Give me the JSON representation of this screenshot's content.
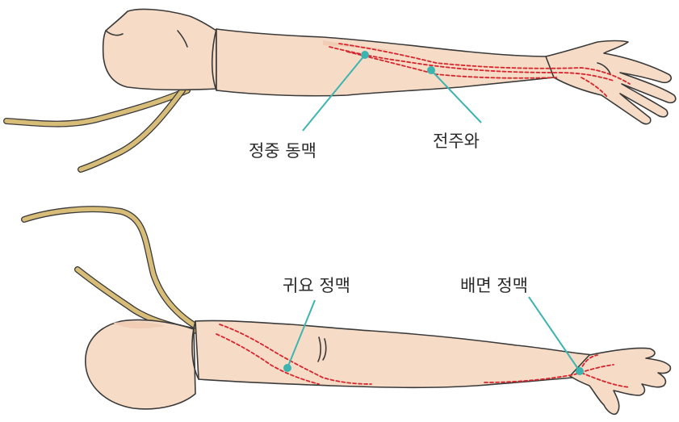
{
  "labels": {
    "median_artery": "정중 동맥",
    "antecubital_fossa": "전주와",
    "basilic_vein": "귀요 정맥",
    "dorsal_vein": "배면 정맥"
  },
  "colors": {
    "skin": "#f6dcc6",
    "skin_shade": "#f0cdb4",
    "outline": "#3a3a3a",
    "tube": "#d8bd78",
    "vessel": "#d7252e",
    "leader": "#3db4b0",
    "text": "#2a2a2a"
  }
}
